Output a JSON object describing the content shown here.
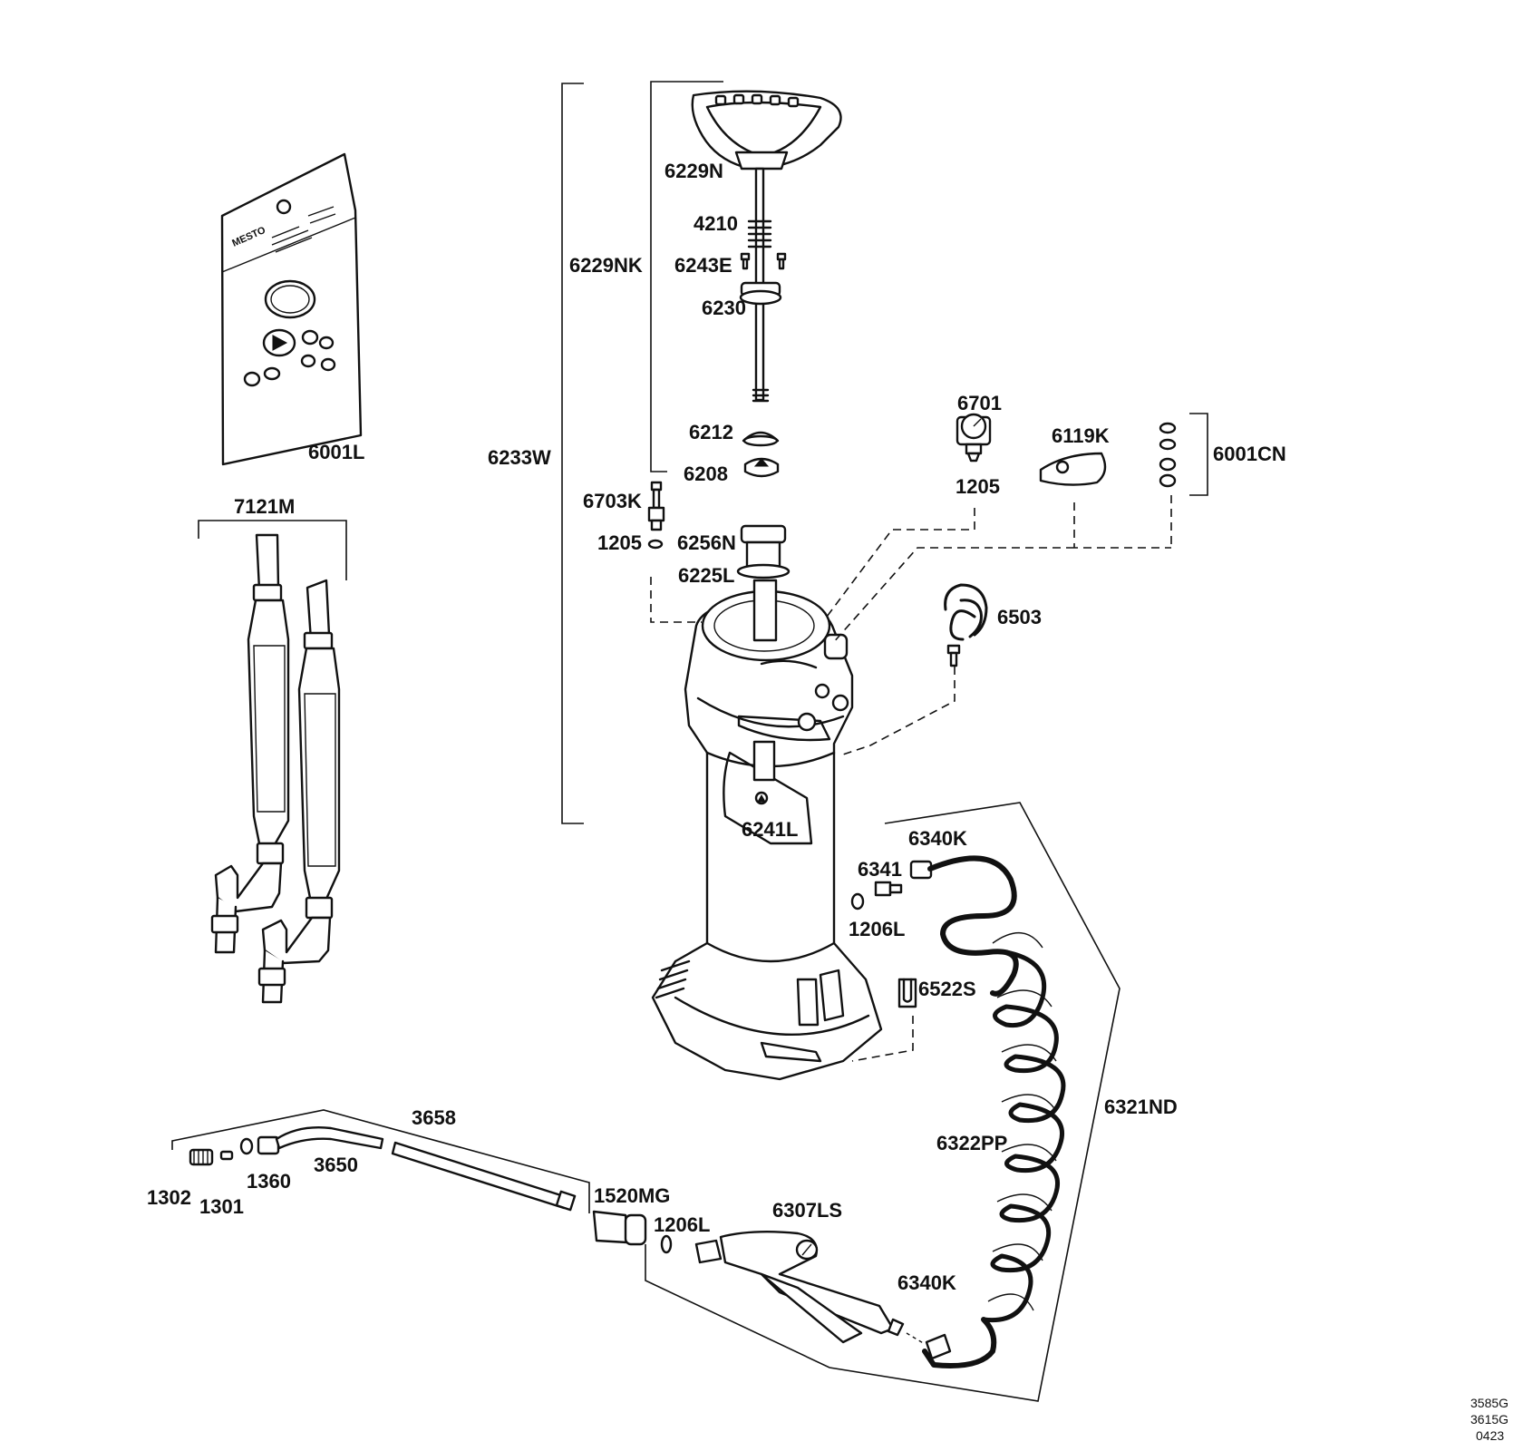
{
  "labels": {
    "p6001L": "6001L",
    "p7121M": "7121M",
    "p6229N": "6229N",
    "p4210": "4210",
    "p6243E": "6243E",
    "p6230": "6230",
    "p6229NK": "6229NK",
    "p6233W": "6233W",
    "p6212": "6212",
    "p6208": "6208",
    "p6703K": "6703K",
    "p1205a": "1205",
    "p6256N": "6256N",
    "p6225L": "6225L",
    "p6701": "6701",
    "p1205b": "1205",
    "p6119K": "6119K",
    "p6001CN": "6001CN",
    "p6503": "6503",
    "p6241L": "6241L",
    "p6340Ka": "6340K",
    "p6341": "6341",
    "p1206La": "1206L",
    "p6522S": "6522S",
    "p6321ND": "6321ND",
    "p6322PP": "6322PP",
    "p3658": "3658",
    "p3650": "3650",
    "p1302": "1302",
    "p1301": "1301",
    "p1360": "1360",
    "p1520MG": "1520MG",
    "p1206Lb": "1206L",
    "p6307LS": "6307LS",
    "p6340Kb": "6340K"
  },
  "brand": "MESTO",
  "codes": [
    "3585G",
    "3615G",
    "0423"
  ]
}
